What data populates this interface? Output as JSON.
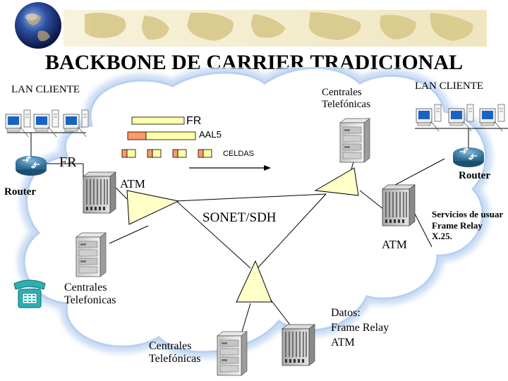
{
  "title": "BACKBONE DE CARRIER TRADICIONAL",
  "labels": {
    "lan_left": "LAN CLIENTE",
    "lan_right": "LAN CLIENTE",
    "centrales_top": [
      "Centrales",
      "Telefónicas"
    ],
    "fr_top": "FR",
    "aal5": "AAL5",
    "celdas": "CELDAS",
    "fr_left": "FR",
    "router_left": "Router",
    "router_right": "Router",
    "atm_left": "ATM",
    "atm_right": "ATM",
    "sonet": "SONET/SDH",
    "servicios": [
      "Servicios de usuar",
      "Frame Relay",
      "X.25."
    ],
    "centrales_left": [
      "Centrales",
      "Telefonicas"
    ],
    "datos": [
      "Datos:",
      "Frame Relay",
      "ATM"
    ],
    "centrales_bottom": [
      "Centrales",
      "Telefónicas"
    ]
  },
  "colors": {
    "cloud_fill": "#ffffff",
    "cloud_glow": "#d4e3f7",
    "triangle_fill": "#ffffc8",
    "bar_yellow": "#ffffaa",
    "bar_orange": "#ff9966",
    "router_blue": "#3d7ca8",
    "server_gray": "#d8d8d8",
    "phone_teal": "#2bb0b0"
  },
  "icons": [
    "globe-icon",
    "workstation-icon",
    "router-icon",
    "server-icon",
    "atm-switch-icon",
    "telephone-icon"
  ]
}
